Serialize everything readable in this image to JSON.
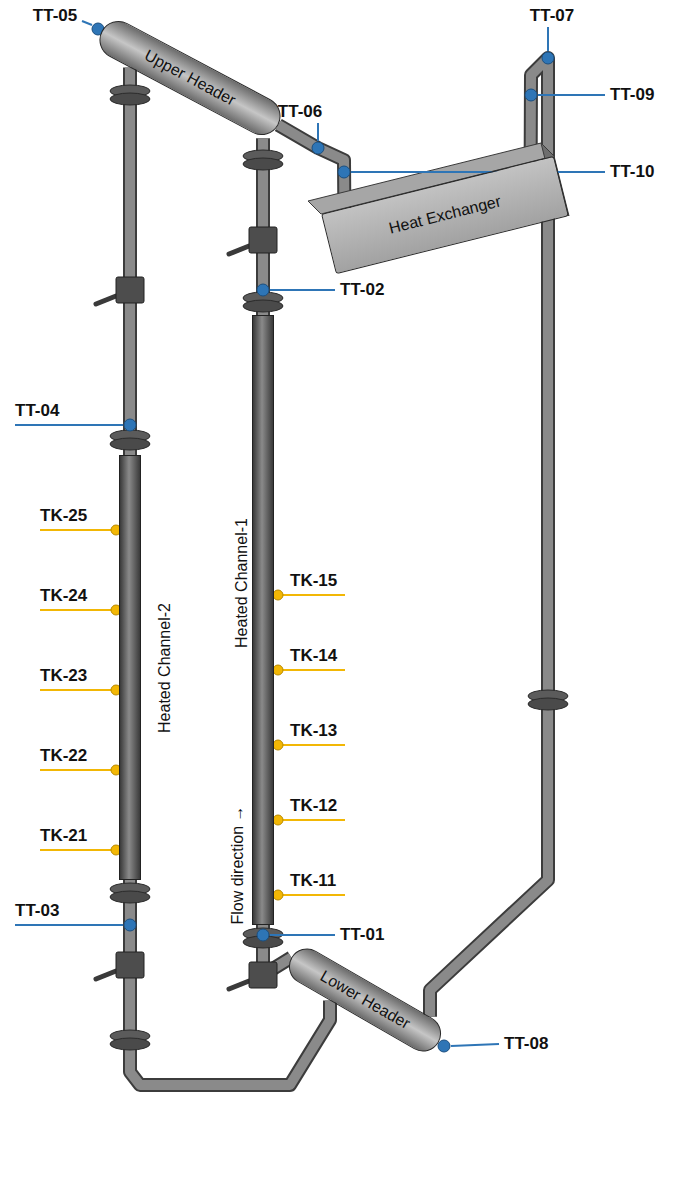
{
  "diagram": {
    "nodes": [
      {
        "text": [
          "Upper Header"
        ]
      },
      {
        "text": [
          "Heat Exchanger"
        ]
      },
      {
        "text": [
          "Heated Channel-2"
        ]
      },
      {
        "text": [
          "Heated Channel-1"
        ]
      },
      {
        "text": [
          "Lower Header"
        ]
      }
    ],
    "edges": [
      {
        "from": 2,
        "to": 0,
        "arrow": "none"
      },
      {
        "from": 3,
        "to": 0,
        "arrow": "none"
      },
      {
        "from": 0,
        "to": 1,
        "arrow": "none"
      },
      {
        "from": 1,
        "to": 4,
        "arrow": "none"
      },
      {
        "from": 4,
        "to": 3,
        "arrow": "none"
      },
      {
        "from": 4,
        "to": 2,
        "arrow": "none"
      }
    ],
    "labels": [
      "TT-07",
      "TT-06",
      "TT-09",
      "TT-05",
      "TT-10",
      "TT-04",
      "TT-02",
      "TK-25",
      "TK-15",
      "TK-24",
      "TK-14",
      "TK-23",
      "TK-13",
      "TK-22",
      "TK-12",
      "TK-21",
      "TK-11",
      "TT-03",
      "TT-01",
      "Flow direction →",
      "TT-08"
    ]
  }
}
